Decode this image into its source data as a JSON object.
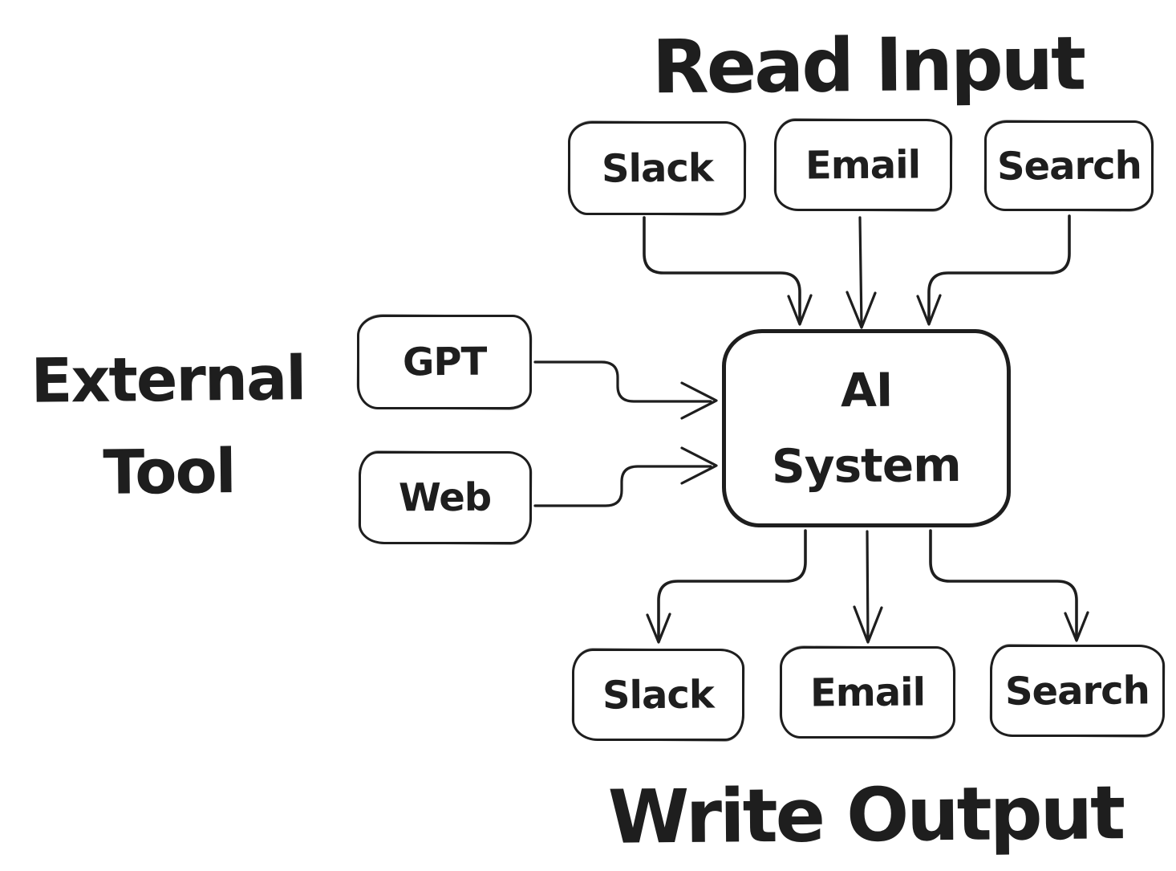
{
  "meta": {
    "background_color": "#ffffff",
    "ink_color": "#1e1e1e",
    "style": "hand-drawn flow diagram"
  },
  "titles": {
    "read_input": "Read Input",
    "write_output": "Write Output",
    "external_tool_line1": "External",
    "external_tool_line2": "Tool"
  },
  "nodes": {
    "inputs": [
      {
        "label": "Slack"
      },
      {
        "label": "Email"
      },
      {
        "label": "Search"
      }
    ],
    "tools": [
      {
        "label": "GPT"
      },
      {
        "label": "Web"
      }
    ],
    "center": {
      "line1": "AI",
      "line2": "System"
    },
    "outputs": [
      {
        "label": "Slack"
      },
      {
        "label": "Email"
      },
      {
        "label": "Search"
      }
    ]
  },
  "edges": [
    {
      "from": "Slack (input)",
      "to": "AI System"
    },
    {
      "from": "Email (input)",
      "to": "AI System"
    },
    {
      "from": "Search (input)",
      "to": "AI System"
    },
    {
      "from": "GPT",
      "to": "AI System"
    },
    {
      "from": "Web",
      "to": "AI System"
    },
    {
      "from": "AI System",
      "to": "Slack (output)"
    },
    {
      "from": "AI System",
      "to": "Email (output)"
    },
    {
      "from": "AI System",
      "to": "Search (output)"
    }
  ]
}
